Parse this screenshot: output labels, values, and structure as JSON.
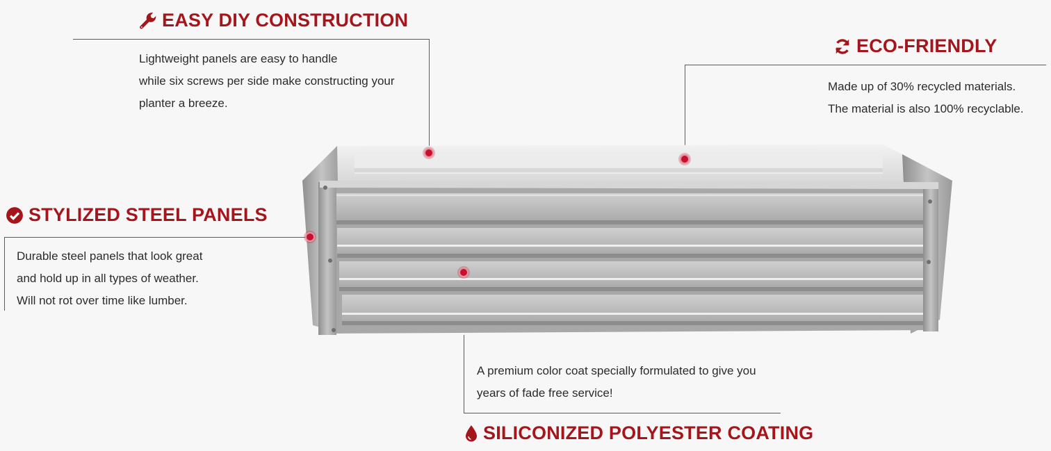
{
  "features": {
    "diy": {
      "title": "EASY DIY CONSTRUCTION",
      "icon": "wrench-icon",
      "lines": [
        "Lightweight panels are easy to handle",
        "while six screws per side make constructing your",
        "planter a breeze."
      ]
    },
    "eco": {
      "title": "ECO-FRIENDLY",
      "icon": "recycle-arrows-icon",
      "lines": [
        "Made up of 30% recycled materials.",
        "The material is also 100% recyclable."
      ]
    },
    "steel": {
      "title": "STYLIZED STEEL PANELS",
      "icon": "check-circle-icon",
      "lines": [
        "Durable steel panels that look great",
        "and hold up in all types of weather.",
        "Will not rot over time like lumber."
      ]
    },
    "coating": {
      "title": "SILICONIZED POLYESTER COATING",
      "icon": "droplet-icon",
      "lines": [
        "A premium color coat specially formulated to give you",
        "years of fade free service!"
      ]
    }
  },
  "colors": {
    "accent": "#a4161c",
    "background": "#f7f7f7",
    "hotspot": "#c8102e",
    "steel": "#b9b9b9"
  }
}
